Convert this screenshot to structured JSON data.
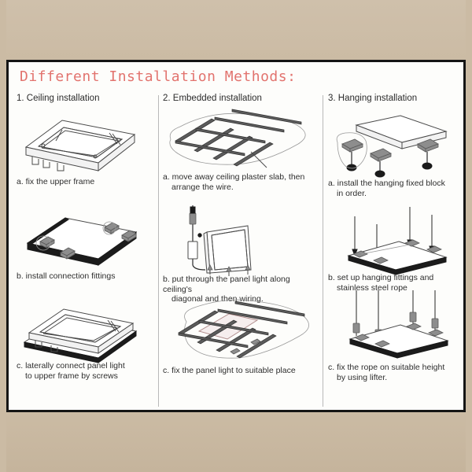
{
  "poster": {
    "title": "Different Installation Methods:",
    "title_color": "#e2736e",
    "background_color": "#cbbba4",
    "sheet_color": "#fdfdfb",
    "border_color": "#151515"
  },
  "columns": [
    {
      "id": "ceiling",
      "header": "1. Ceiling installation",
      "steps": [
        {
          "key": "a",
          "figure": "upper-frame-isometric",
          "caption_lines": [
            "a. fix the upper frame"
          ]
        },
        {
          "key": "b",
          "figure": "panel-with-corner-fittings",
          "caption_lines": [
            "b. install connection fittings"
          ]
        },
        {
          "key": "c",
          "figure": "frame-over-panel",
          "caption_lines": [
            "c. laterally connect panel light",
            "to upper frame by screws"
          ]
        }
      ]
    },
    {
      "id": "embedded",
      "header": "2. Embedded installation",
      "steps": [
        {
          "key": "a",
          "figure": "ceiling-tbar-grid",
          "caption_lines": [
            "a. move away ceiling plaster slab, then",
            "arrange the wire."
          ]
        },
        {
          "key": "b",
          "figure": "panel-with-driver-and-wire",
          "caption_lines": [
            "b. put through the panel light along ceiling's",
            "diagonal and then wiring."
          ]
        },
        {
          "key": "c",
          "figure": "panel-fitted-into-grid",
          "caption_lines": [
            "c. fix the panel light to suitable place"
          ]
        }
      ]
    },
    {
      "id": "hanging",
      "header": "3. Hanging installation",
      "steps": [
        {
          "key": "a",
          "figure": "panel-with-hanging-blocks",
          "caption_lines": [
            "a. install the hanging fixed block",
            "in order."
          ]
        },
        {
          "key": "b",
          "figure": "panel-with-steel-ropes",
          "caption_lines": [
            "b. set up hanging fittings and",
            "stainless steel rope"
          ]
        },
        {
          "key": "c",
          "figure": "panel-suspended-at-height",
          "caption_lines": [
            "c. fix the rope on suitable height",
            "by using lifter."
          ]
        }
      ]
    }
  ]
}
